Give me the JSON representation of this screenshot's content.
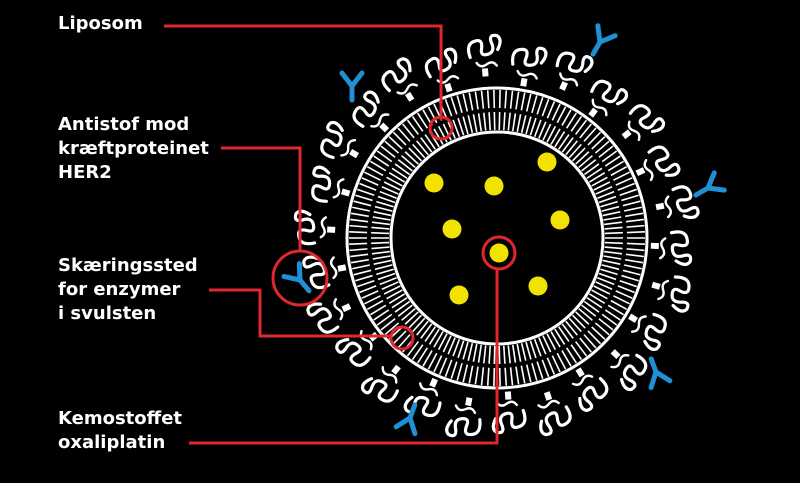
{
  "labels": {
    "liposom": [
      "Liposom"
    ],
    "antibody": [
      "Antistof mod",
      "kræftproteinet",
      "HER2"
    ],
    "cleavage_site": [
      "Skæringssted",
      "for enzymer",
      "i svulsten"
    ],
    "drug": [
      "Kemostoffet",
      "oxaliplatin"
    ]
  },
  "colors": {
    "background": "#000000",
    "callout": "#e0262e",
    "antibody": "#1f8fd6",
    "drug": "#f2e200",
    "membrane": "#ffffff"
  },
  "icons": {
    "antibody": "y-shaped-antibody-icon",
    "drug": "drug-molecule-dot",
    "polymer": "polymer-coil-icon"
  }
}
